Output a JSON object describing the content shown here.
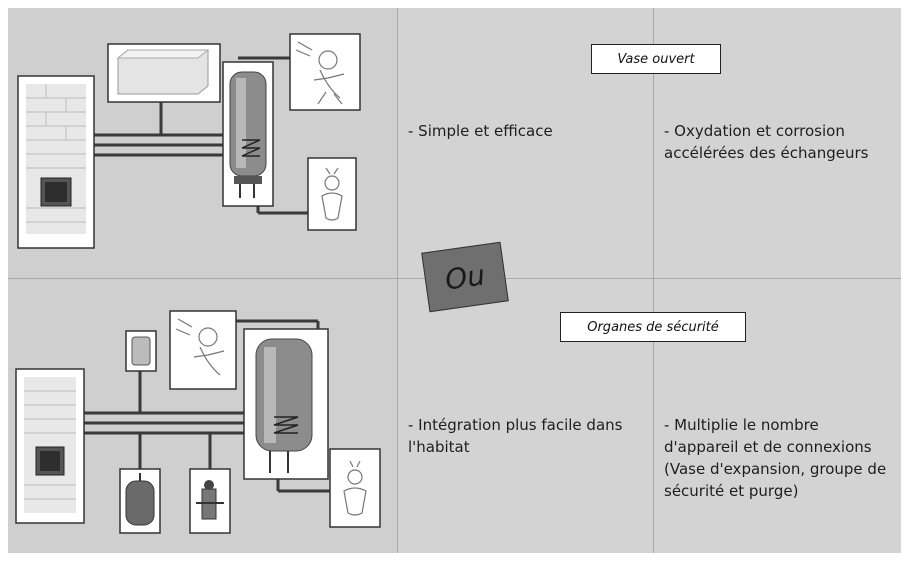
{
  "top_row": {
    "label": "Vase ouvert",
    "advantage": "- Simple et efficace",
    "disadvantage_lines": [
      "- Oxydation et corrosion",
      "accélérées des échangeurs"
    ]
  },
  "bottom_row": {
    "label": "Organes de sécurité",
    "advantage_lines": [
      "- Intégration plus facile dans",
      "l'habitat"
    ],
    "disadvantage_lines": [
      "- Multiplie le nombre",
      "d'appareil et de connexions",
      "(Vase d'expansion, groupe de",
      "sécurité et purge)"
    ]
  },
  "separator": "Ou"
}
